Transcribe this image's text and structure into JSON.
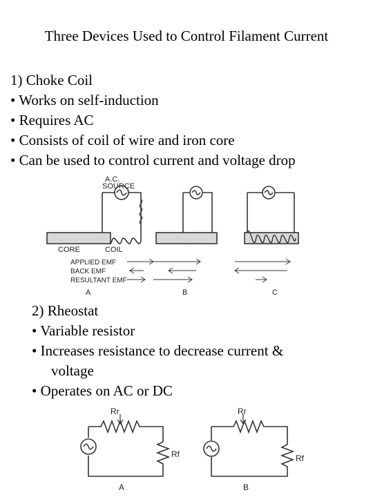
{
  "title": "Three Devices Used to Control Filament Current",
  "section1": {
    "heading": "1) Choke Coil",
    "bullets": [
      "• Works on self-induction",
      "• Requires AC",
      "• Consists of coil of wire and iron core",
      "• Can be used to control current and voltage drop"
    ]
  },
  "section2": {
    "heading": "2) Rheostat",
    "bullets": [
      "• Variable resistor",
      "• Increases resistance to decrease current &",
      "voltage",
      "• Operates on AC or DC"
    ]
  },
  "figure1": {
    "source_label_1": "A.C.",
    "source_label_2": "SOURCE",
    "core_label": "CORE",
    "coil_label": "COIL",
    "applied_emf": "APPLIED EMF",
    "back_emf": "BACK EMF",
    "resultant_emf": "RESULTANT EMF",
    "panel_a": "A",
    "panel_b": "B",
    "panel_c": "C"
  },
  "figure2": {
    "rheostat_label": "Rr",
    "filament_label": "Rf",
    "panel_a": "A",
    "panel_b": "B"
  }
}
